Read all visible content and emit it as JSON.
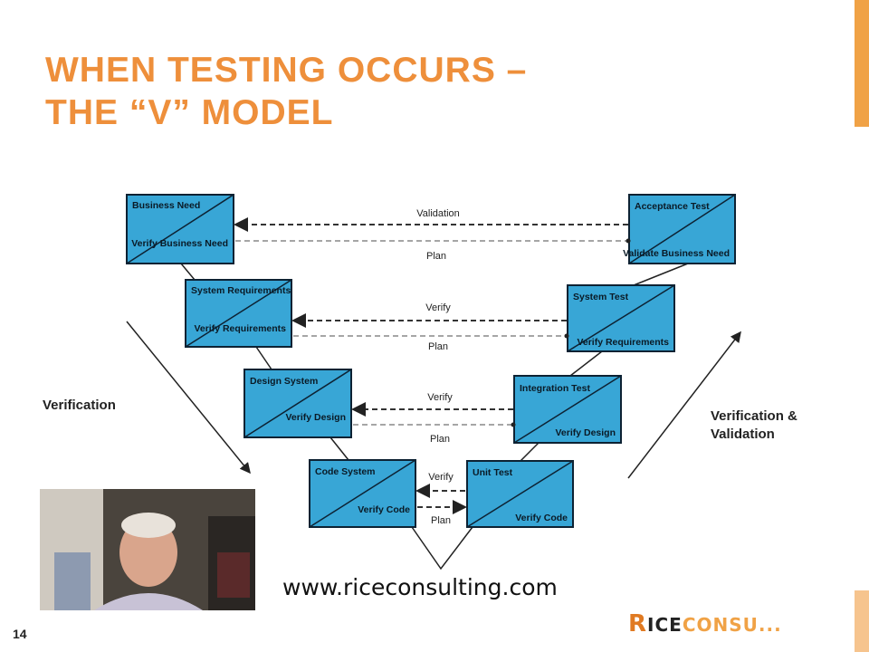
{
  "slide": {
    "title_line1": "WHEN TESTING OCCURS –",
    "title_line2": "THE “V” MODEL",
    "page_number": "14",
    "url": "www.riceconsulting.com",
    "logo_part1": "R",
    "logo_part2": "ICE",
    "logo_part3": "CONSU...",
    "colors": {
      "title": "#ee8f3b",
      "accent": "#f0a246",
      "box": "#38a6d6"
    }
  },
  "diagram": {
    "left_boxes": [
      {
        "top": "Business Need",
        "bottom": "Verify Business Need"
      },
      {
        "top": "System Requirements",
        "bottom": "Verify Requirements"
      },
      {
        "top": "Design System",
        "bottom": "Verify Design"
      },
      {
        "top": "Code System",
        "bottom": "Verify Code"
      }
    ],
    "right_boxes": [
      {
        "top": "Acceptance Test",
        "bottom": "Validate Business Need"
      },
      {
        "top": "System Test",
        "bottom": "Verify Requirements"
      },
      {
        "top": "Integration Test",
        "bottom": "Verify Design"
      },
      {
        "top": "Unit Test",
        "bottom": "Verify Code"
      }
    ],
    "flows": [
      {
        "upper": "Validation",
        "lower": "Plan"
      },
      {
        "upper": "Verify",
        "lower": "Plan"
      },
      {
        "upper": "Verify",
        "lower": "Plan"
      },
      {
        "upper": "Verify",
        "lower": "Plan"
      }
    ],
    "left_label": "Verification",
    "right_label_line1": "Verification &",
    "right_label_line2": "Validation"
  }
}
